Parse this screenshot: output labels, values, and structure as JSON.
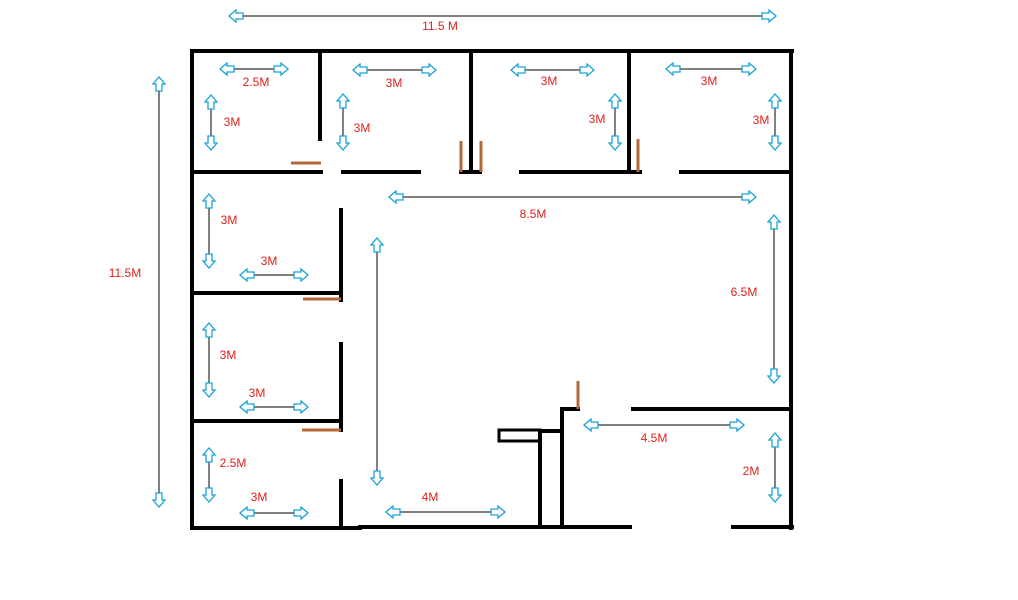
{
  "colors": {
    "wall": "#000000",
    "door": "#b5693a",
    "label": "#e0201b",
    "dimension_arrow": "#1aa3d6",
    "background": "#ffffff"
  },
  "overall": {
    "width_label": "11.5 M",
    "height_label": "11.5M"
  },
  "rooms": [
    {
      "id": "room-top-1",
      "width_label": "2.5M",
      "height_label": "3M"
    },
    {
      "id": "room-top-2",
      "width_label": "3M",
      "height_label": "3M"
    },
    {
      "id": "room-top-3",
      "width_label": "3M",
      "height_label": "3M"
    },
    {
      "id": "room-top-4",
      "width_label": "3M",
      "height_label": "3M"
    },
    {
      "id": "room-left-1",
      "width_label": "3M",
      "height_label": "3M"
    },
    {
      "id": "room-left-2",
      "width_label": "3M",
      "height_label": "3M"
    },
    {
      "id": "room-left-3",
      "width_label": "3M",
      "height_label": "2.5M"
    },
    {
      "id": "room-bottom-right",
      "width_label": "4.5M",
      "height_label": "2M"
    }
  ],
  "hall": {
    "width_label": "8.5M",
    "height_label": "6.5M",
    "lower_width_label": "4M"
  }
}
